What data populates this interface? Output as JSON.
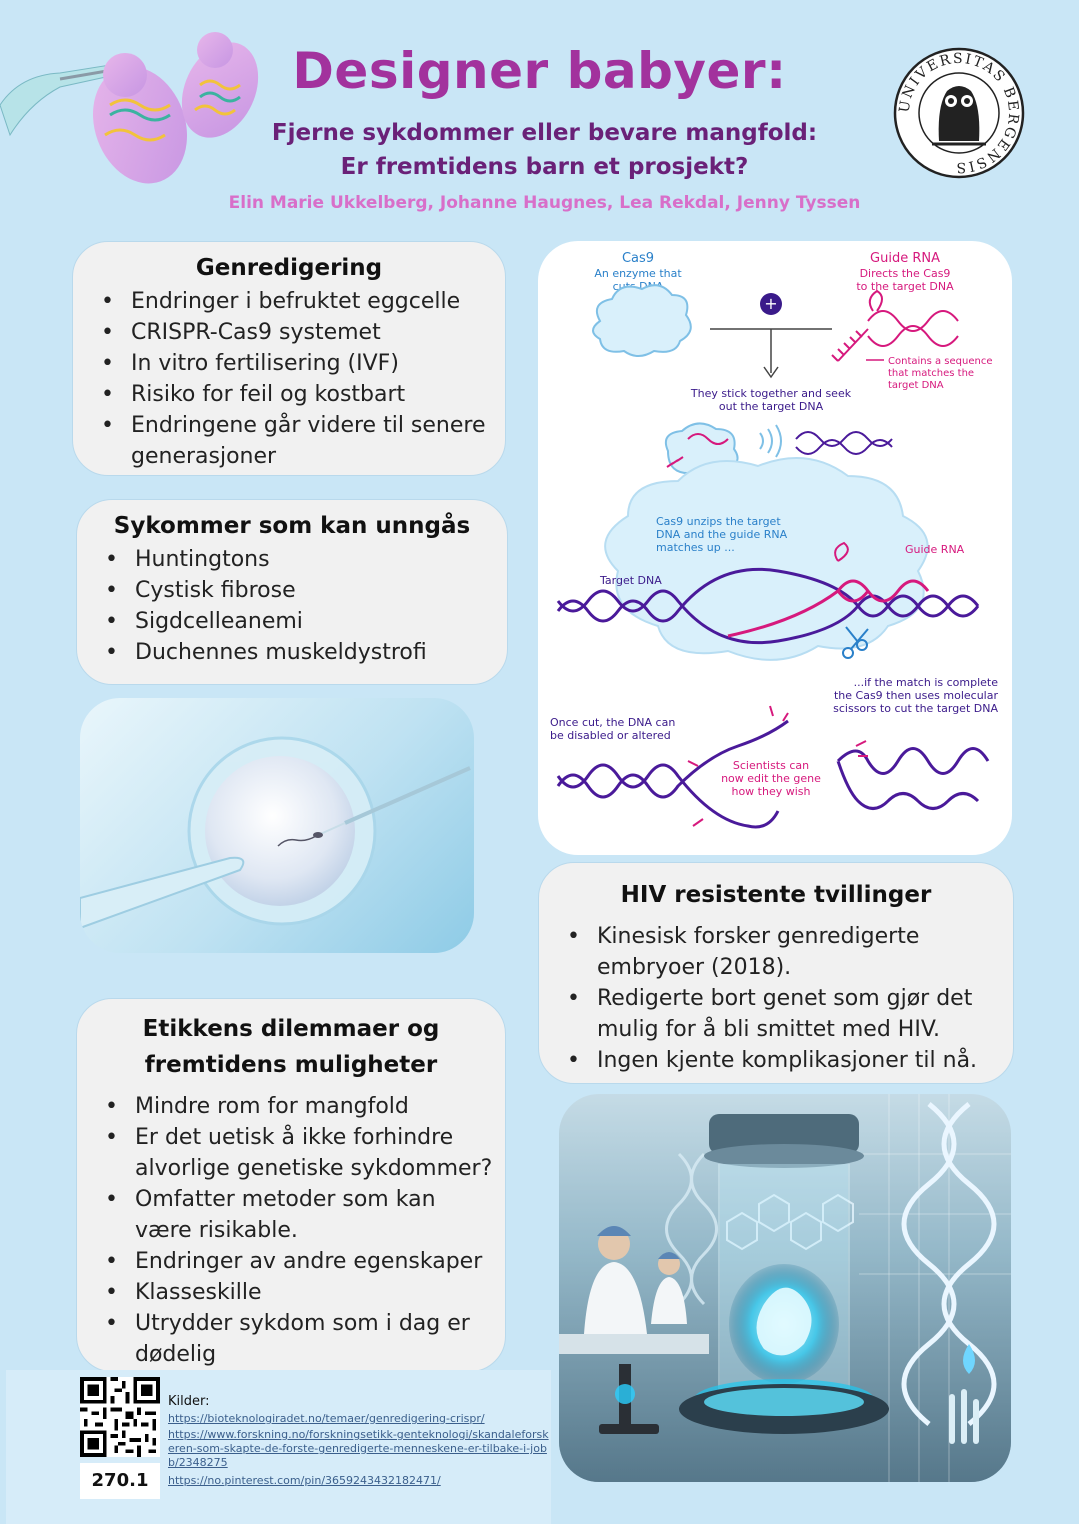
{
  "header": {
    "title": "Designer babyer:",
    "subtitle_line1": "Fjerne sykdommer eller bevare mangfold:",
    "subtitle_line2": "Er fremtidens barn et prosjekt?",
    "authors": "Elin Marie Ukkelberg, Johanne Haugnes, Lea Rekdal, Jenny Tyssen",
    "seal_text": "UNIVERSITAS BERGENSIS"
  },
  "genredigering": {
    "heading": "Genredigering",
    "items": [
      "Endringer i befruktet eggcelle",
      "CRISPR-Cas9 systemet",
      "In vitro fertilisering (IVF)",
      "Risiko for feil og kostbart",
      "Endringene går videre til senere generasjoner"
    ]
  },
  "sykdommer": {
    "heading": "Sykommer som kan unngås",
    "items": [
      "Huntingtons",
      "Cystisk fibrose",
      "Sigdcelleanemi",
      "Duchennes muskeldystrofi"
    ]
  },
  "etikk": {
    "heading_line1": "Etikkens dilemmaer  og",
    "heading_line2": "fremtidens muligheter",
    "items": [
      "Mindre rom for mangfold",
      "Er det uetisk å ikke forhindre alvorlige genetiske sykdommer?",
      "Omfatter  metoder som kan være risikable.",
      "Endringer av andre egenskaper",
      "Klasseskille",
      "Utrydder sykdom som i dag er dødelig"
    ]
  },
  "hiv": {
    "heading": "HIV resistente tvillinger",
    "items": [
      "Kinesisk forsker genredigerte embryoer (2018).",
      "Redigerte bort genet som gjør det mulig for å bli smittet med HIV.",
      "Ingen kjente komplikasjoner til nå."
    ]
  },
  "crispr": {
    "cas9_title": "Cas9",
    "cas9_desc1": "An enzyme that",
    "cas9_desc2": "cuts DNA",
    "guide_title": "Guide RNA",
    "guide_desc1": "Directs the Cas9",
    "guide_desc2": "to the target DNA",
    "contains1": "Contains a sequence",
    "contains2": "that matches the",
    "contains3": "target DNA",
    "stick1": "They stick together and seek",
    "stick2": "out the target DNA",
    "unzip1": "Cas9 unzips the target",
    "unzip2": "DNA and the guide RNA",
    "unzip3": "matches up ...",
    "target_dna": "Target DNA",
    "guide_rna": "Guide RNA",
    "match1": "...if the match is complete",
    "match2": "the Cas9 then uses molecular",
    "match3": "scissors to cut the target DNA",
    "once1": "Once cut, the DNA can",
    "once2": "be disabled or altered",
    "sci1": "Scientists can",
    "sci2": "now edit the gene",
    "sci3": "how they wish"
  },
  "sources": {
    "label": "Kilder:",
    "links": [
      "https://bioteknologiradet.no/temaer/genredigering-crispr/",
      "https://www.forskning.no/forskningsetikk-genteknologi/skandaleforskeren-som-skapte-de-forste-genredigerte-menneskene-er-tilbake-i-jobb/2348275",
      "https://no.pinterest.com/pin/3659243432182471/"
    ],
    "poster_number": "270.1"
  },
  "colors": {
    "background": "#c9e6f6",
    "title": "#a2329d",
    "subtitle": "#6a2178",
    "authors": "#d86fc9",
    "cas9_blue": "#2a80c9",
    "guide_magenta": "#d6197d",
    "dna_purple": "#4a1a9a"
  }
}
